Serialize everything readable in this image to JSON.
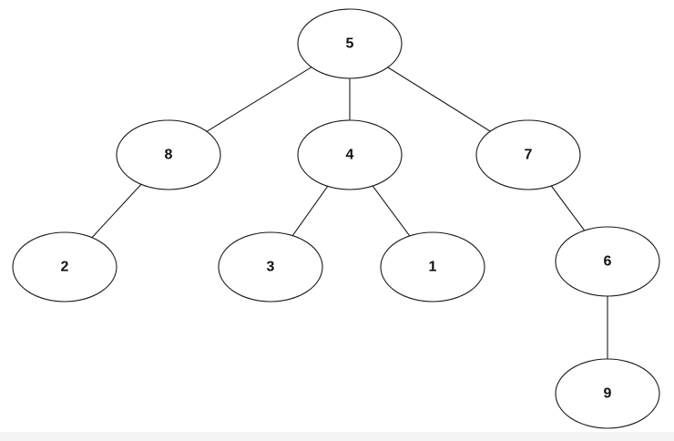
{
  "tree": {
    "nodes": [
      {
        "id": "n5",
        "label": "5"
      },
      {
        "id": "n8",
        "label": "8"
      },
      {
        "id": "n4",
        "label": "4"
      },
      {
        "id": "n7",
        "label": "7"
      },
      {
        "id": "n2",
        "label": "2"
      },
      {
        "id": "n3",
        "label": "3"
      },
      {
        "id": "n1",
        "label": "1"
      },
      {
        "id": "n6",
        "label": "6"
      },
      {
        "id": "n9",
        "label": "9"
      }
    ],
    "edges": [
      {
        "from": "n5",
        "to": "n8"
      },
      {
        "from": "n5",
        "to": "n4"
      },
      {
        "from": "n5",
        "to": "n7"
      },
      {
        "from": "n8",
        "to": "n2"
      },
      {
        "from": "n4",
        "to": "n3"
      },
      {
        "from": "n4",
        "to": "n1"
      },
      {
        "from": "n7",
        "to": "n6"
      },
      {
        "from": "n6",
        "to": "n9"
      }
    ]
  }
}
